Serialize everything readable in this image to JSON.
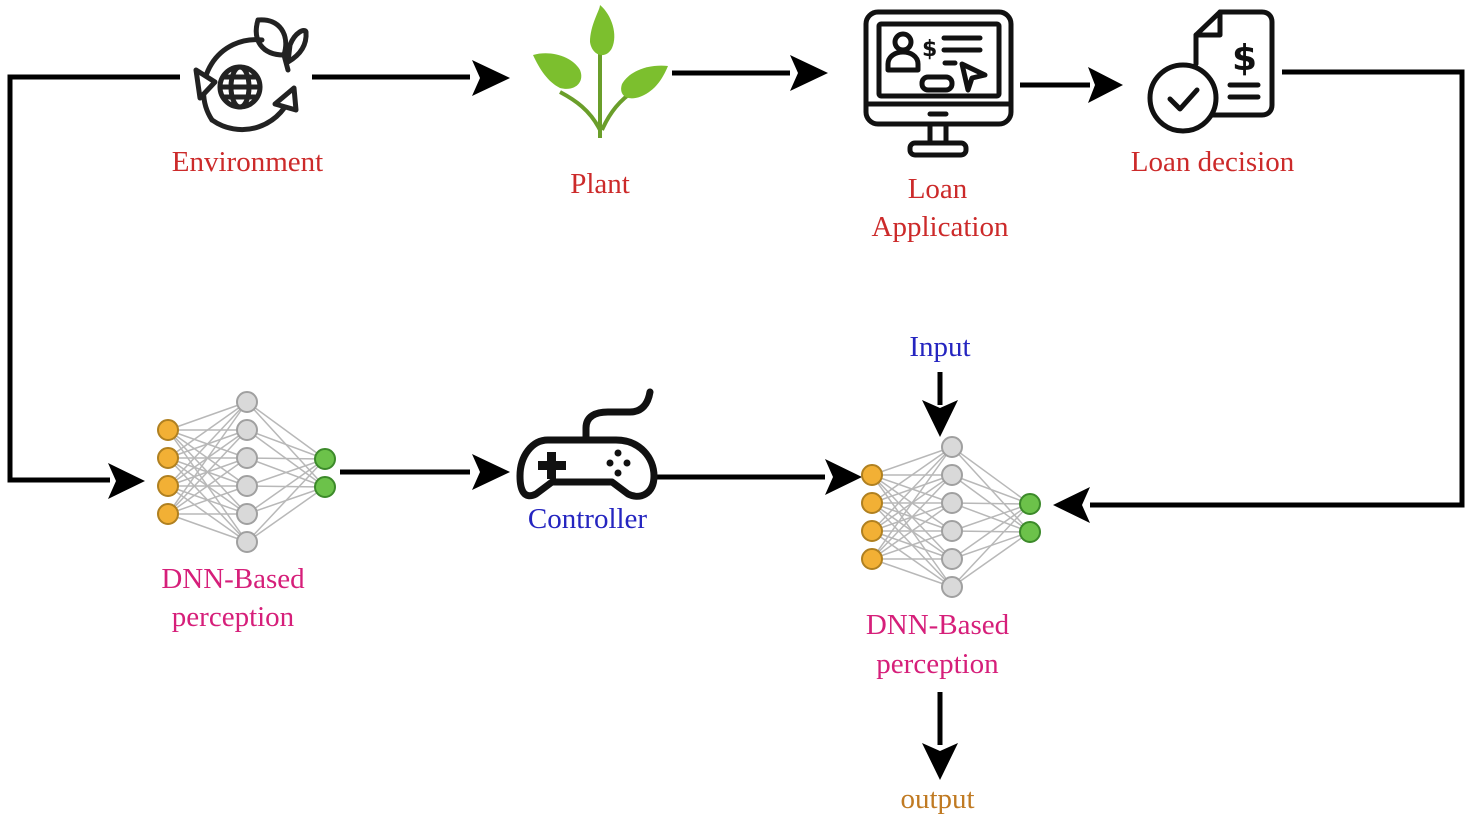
{
  "nodes": {
    "environment": {
      "label": "Environment",
      "icon": "environment-recycle-globe-icon"
    },
    "plant": {
      "label": "Plant",
      "icon": "plant-sprout-icon"
    },
    "loan_application": {
      "label_line1": "Loan",
      "label_line2": "Application",
      "icon": "computer-monitor-application-icon"
    },
    "loan_decision": {
      "label": "Loan decision",
      "icon": "document-check-dollar-icon"
    },
    "dnn_left": {
      "label_line1": "DNN-Based",
      "label_line2": "perception",
      "icon": "neural-network-icon"
    },
    "controller": {
      "label": "Controller",
      "icon": "gamepad-controller-icon"
    },
    "dnn_right": {
      "label_line1": "DNN-Based",
      "label_line2": "perception",
      "icon": "neural-network-icon"
    },
    "input": {
      "label": "Input"
    },
    "output": {
      "label": "output"
    }
  },
  "network": {
    "input_nodes": 4,
    "hidden_nodes": 6,
    "output_nodes": 2
  },
  "colors": {
    "label_red": "#cc2a2a",
    "label_pink": "#d61f7a",
    "label_blue": "#2525c0",
    "label_orange": "#c07a22",
    "input_node": "#f2b035",
    "hidden_node": "#d9d9d9",
    "output_node": "#6cc24a",
    "plant_leaf": "#7cbf2e"
  },
  "edges": [
    {
      "from": "environment",
      "to": "plant"
    },
    {
      "from": "plant",
      "to": "loan_application"
    },
    {
      "from": "loan_application",
      "to": "loan_decision"
    },
    {
      "from": "loan_decision",
      "to": "dnn_right"
    },
    {
      "from": "environment",
      "to": "dnn_left"
    },
    {
      "from": "dnn_left",
      "to": "controller"
    },
    {
      "from": "controller",
      "to": "dnn_right"
    },
    {
      "from": "input",
      "to": "dnn_right"
    },
    {
      "from": "dnn_right",
      "to": "output"
    }
  ]
}
